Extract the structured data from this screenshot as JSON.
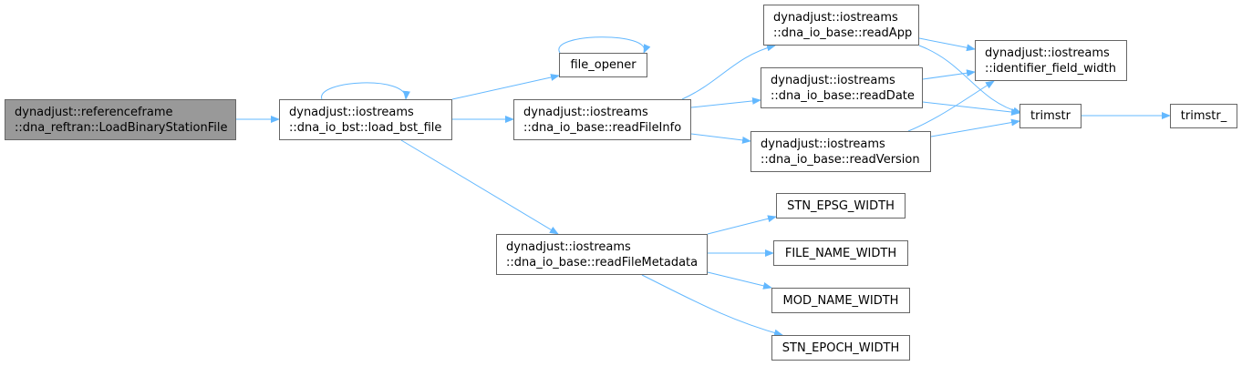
{
  "diagram": {
    "edge_color": "#63b8ff",
    "node_border_color": "#666666",
    "root_fill_color": "#999999",
    "nodes": {
      "root": [
        "dynadjust::referenceframe",
        "::dna_reftran::LoadBinaryStationFile"
      ],
      "load_bst_file": [
        "dynadjust::iostreams",
        "::dna_io_bst::load_bst_file"
      ],
      "file_opener": [
        "file_opener"
      ],
      "readFileInfo": [
        "dynadjust::iostreams",
        "::dna_io_base::readFileInfo"
      ],
      "readFileMetadata": [
        "dynadjust::iostreams",
        "::dna_io_base::readFileMetadata"
      ],
      "readApp": [
        "dynadjust::iostreams",
        "::dna_io_base::readApp"
      ],
      "readDate": [
        "dynadjust::iostreams",
        "::dna_io_base::readDate"
      ],
      "readVersion": [
        "dynadjust::iostreams",
        "::dna_io_base::readVersion"
      ],
      "identifier_field_width": [
        "dynadjust::iostreams",
        "::identifier_field_width"
      ],
      "trimstr": [
        "trimstr"
      ],
      "trimstr_": [
        "trimstr_"
      ],
      "STN_EPSG_WIDTH": [
        "STN_EPSG_WIDTH"
      ],
      "FILE_NAME_WIDTH": [
        "FILE_NAME_WIDTH"
      ],
      "MOD_NAME_WIDTH": [
        "MOD_NAME_WIDTH"
      ],
      "STN_EPOCH_WIDTH": [
        "STN_EPOCH_WIDTH"
      ]
    }
  }
}
